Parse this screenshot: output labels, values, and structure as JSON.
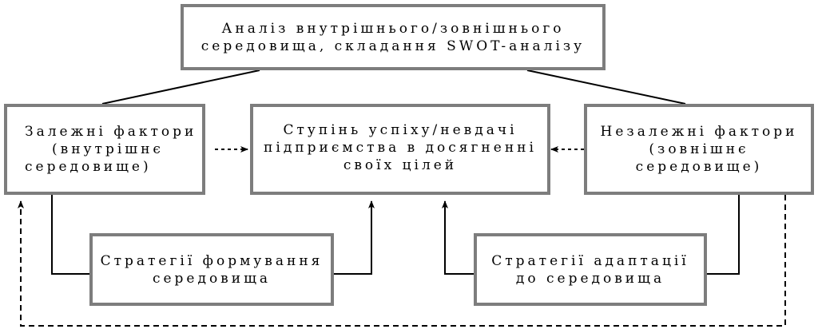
{
  "diagram": {
    "top": {
      "lines": [
        "Аналіз внутрішнього/зовнішнього",
        "середовища, складання SWOT-аналізу"
      ]
    },
    "left": {
      "lines": [
        "Залежні фактори",
        "(внутрішнє",
        "середовище)"
      ]
    },
    "center": {
      "lines": [
        "Ступінь успіху/невдачі",
        "підприємства в досягненні",
        "своїх цілей"
      ]
    },
    "right": {
      "lines": [
        "Незалежні фактори",
        "(зовнішнє",
        "середовище)"
      ]
    },
    "bottom_left": {
      "lines": [
        "Стратегії формування",
        "середовища"
      ]
    },
    "bottom_right": {
      "lines": [
        "Стратегії адаптації",
        "до середовища"
      ]
    }
  },
  "colors": {
    "box_border": "#7d7d7d",
    "line": "#000000",
    "background": "#ffffff"
  }
}
